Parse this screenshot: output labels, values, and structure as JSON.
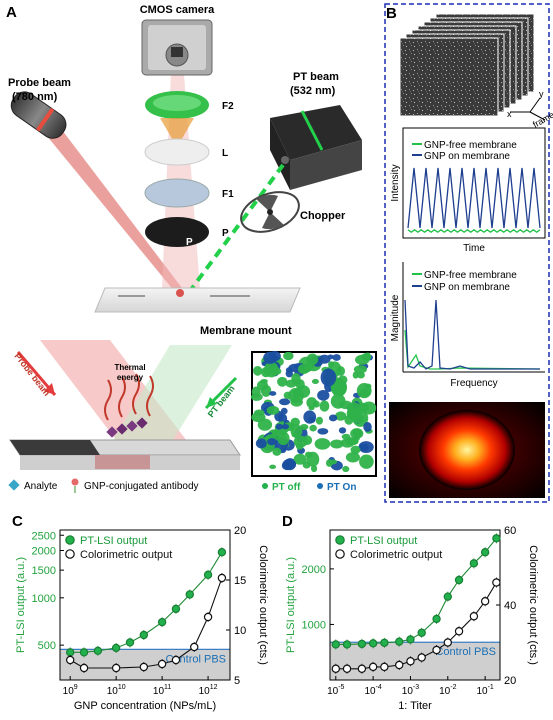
{
  "panel_a": {
    "letter": "A",
    "cmos_label": "CMOS camera",
    "probe_label_1": "Probe beam",
    "probe_label_2": "(780 nm)",
    "pt_label_1": "PT beam",
    "pt_label_2": "(532 nm)",
    "f2": "F2",
    "l": "L",
    "f1": "F1",
    "p1": "P",
    "p2": "P",
    "chopper": "Chopper",
    "mount": "Membrane mount",
    "schem_probe": "Probe beam",
    "schem_pt": "PT beam",
    "thermal_1": "Thermal",
    "thermal_2": "energy",
    "legend_analyte": "Analyte",
    "legend_antibody": "GNP-conjugated antibody",
    "pt_off": "PT off",
    "pt_on": "PT On",
    "colors": {
      "green": "#22b14c",
      "blue": "#1a6fb5",
      "probe": "#d9534f"
    }
  },
  "panel_b": {
    "letter": "B",
    "axis_x": "x",
    "axis_y": "y",
    "axis_frame": "frame",
    "time_plot": {
      "ylabel": "Intensity",
      "xlabel": "Time",
      "legend": [
        "GNP-free membrane",
        "GNP on membrane"
      ],
      "peaks": 11
    },
    "freq_plot": {
      "ylabel": "Magnitude",
      "xlabel": "Frequency",
      "legend": [
        "GNP-free membrane",
        "GNP on membrane"
      ]
    },
    "colors": {
      "free": "#22c24a",
      "gnp": "#1f3f8f"
    }
  },
  "chart_data": [
    {
      "letter": "C",
      "type": "scatter",
      "xlabel": "GNP concentration (NPs/mL)",
      "ylabel": "PT-LSI output (a.u.)",
      "y2label": "Colorimetric output (cts.)",
      "x_scale": "log",
      "xlim": [
        600000000.0,
        3000000000000.0
      ],
      "x_ticks": [
        "10^9",
        "10^10",
        "10^11",
        "10^12"
      ],
      "y_scale": "log",
      "ylim": [
        300,
        2700
      ],
      "y_ticks": [
        500,
        1000,
        1500,
        2000,
        2500
      ],
      "y2lim": [
        5,
        20
      ],
      "y2_ticks": [
        5,
        10,
        15,
        20
      ],
      "legend": [
        "PT-LSI output",
        "Colorimetric output"
      ],
      "control_label": "Control PBS",
      "control_level": 470,
      "series": [
        {
          "name": "PT-LSI output",
          "axis": "left",
          "x": [
            1000000000.0,
            2000000000.0,
            4000000000.0,
            10000000000.0,
            20000000000.0,
            40000000000.0,
            100000000000.0,
            200000000000.0,
            400000000000.0,
            1000000000000.0,
            2000000000000.0
          ],
          "y": [
            450,
            450,
            460,
            480,
            520,
            580,
            700,
            850,
            1050,
            1400,
            1950
          ]
        },
        {
          "name": "Colorimetric output",
          "axis": "right",
          "x": [
            1000000000.0,
            2000000000.0,
            10000000000.0,
            40000000000.0,
            100000000000.0,
            200000000000.0,
            500000000000.0,
            1000000000000.0,
            2000000000000.0
          ],
          "y": [
            7,
            6.2,
            6.2,
            6.3,
            6.6,
            7.0,
            8.3,
            11.3,
            15.2
          ]
        }
      ]
    },
    {
      "letter": "D",
      "type": "scatter",
      "xlabel": "1: Titer",
      "ylabel": "PT-LSI output (a.u.)",
      "y2label": "Colorimetric output (cts.)",
      "x_scale": "log",
      "xlim": [
        7e-06,
        0.25
      ],
      "x_ticks": [
        "10^-5",
        "10^-4",
        "10^-3",
        "10^-2",
        "10^-1"
      ],
      "ylim": [
        0,
        2700
      ],
      "y_ticks": [
        1000,
        2000
      ],
      "y2lim": [
        20,
        60
      ],
      "y2_ticks": [
        20,
        40,
        60
      ],
      "legend": [
        "PT-LSI output",
        "Colorimetric output"
      ],
      "control_label": "Control PBS",
      "control_level": 680,
      "series": [
        {
          "name": "PT-LSI output",
          "axis": "left",
          "x": [
            1e-05,
            2e-05,
            5e-05,
            0.0001,
            0.0002,
            0.0005,
            0.001,
            0.002,
            0.005,
            0.01,
            0.02,
            0.05,
            0.1,
            0.2
          ],
          "y": [
            640,
            640,
            650,
            660,
            670,
            690,
            730,
            850,
            1100,
            1500,
            1800,
            2100,
            2300,
            2550
          ]
        },
        {
          "name": "Colorimetric output",
          "axis": "right",
          "x": [
            1e-05,
            2e-05,
            5e-05,
            0.0001,
            0.0002,
            0.0005,
            0.001,
            0.002,
            0.005,
            0.01,
            0.02,
            0.05,
            0.1,
            0.2
          ],
          "y": [
            23,
            23,
            23,
            23.5,
            23.5,
            24,
            25,
            26,
            28,
            30,
            33,
            37,
            41,
            46
          ]
        }
      ]
    }
  ]
}
